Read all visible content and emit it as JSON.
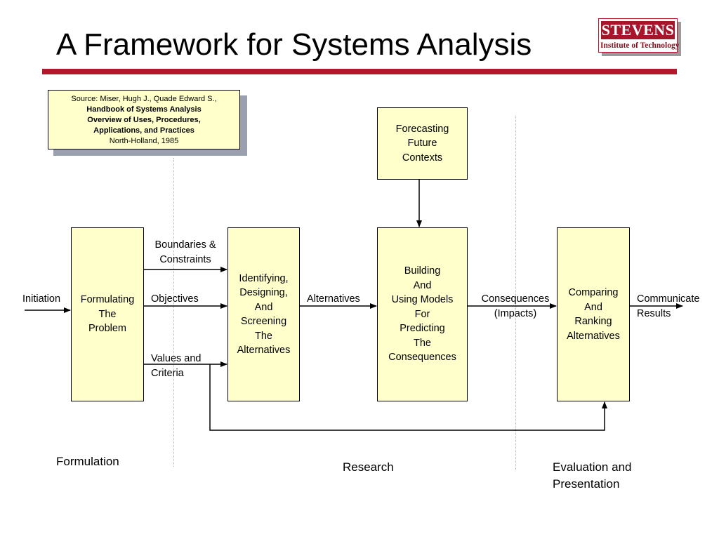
{
  "title": "A Framework for Systems Analysis",
  "logo": {
    "name": "STEVENS",
    "subtitle": "Institute of Technology"
  },
  "source": {
    "line1": "Source: Miser, Hugh J., Quade Edward S.,",
    "line2": "Handbook of Systems Analysis",
    "line3": "Overview of Uses, Procedures,",
    "line4": "Applications, and Practices",
    "line5": "North-Holland, 1985"
  },
  "boxes": {
    "formulating": [
      "Formulating",
      "The",
      "Problem"
    ],
    "identifying": [
      "Identifying,",
      "Designing,",
      "And",
      "Screening",
      "The",
      "Alternatives"
    ],
    "forecasting": [
      "Forecasting",
      "Future",
      "Contexts"
    ],
    "building": [
      "Building",
      "And",
      "Using Models",
      "For",
      "Predicting",
      "The",
      "Consequences"
    ],
    "comparing": [
      "Comparing",
      "And",
      "Ranking",
      "Alternatives"
    ]
  },
  "labels": {
    "initiation": "Initiation",
    "boundaries": [
      "Boundaries &",
      "Constraints"
    ],
    "objectives": "Objectives",
    "values": [
      "Values and",
      "Criteria"
    ],
    "alternatives": "Alternatives",
    "consequences": [
      "Consequences",
      "(Impacts)"
    ],
    "communicate": [
      "Communicate",
      "Results"
    ]
  },
  "phases": {
    "formulation": "Formulation",
    "research": "Research",
    "evaluation": [
      "Evaluation and",
      "Presentation"
    ]
  },
  "colors": {
    "accent_red": "#b0192c",
    "box_fill": "#ffffcc",
    "line": "#000000"
  }
}
